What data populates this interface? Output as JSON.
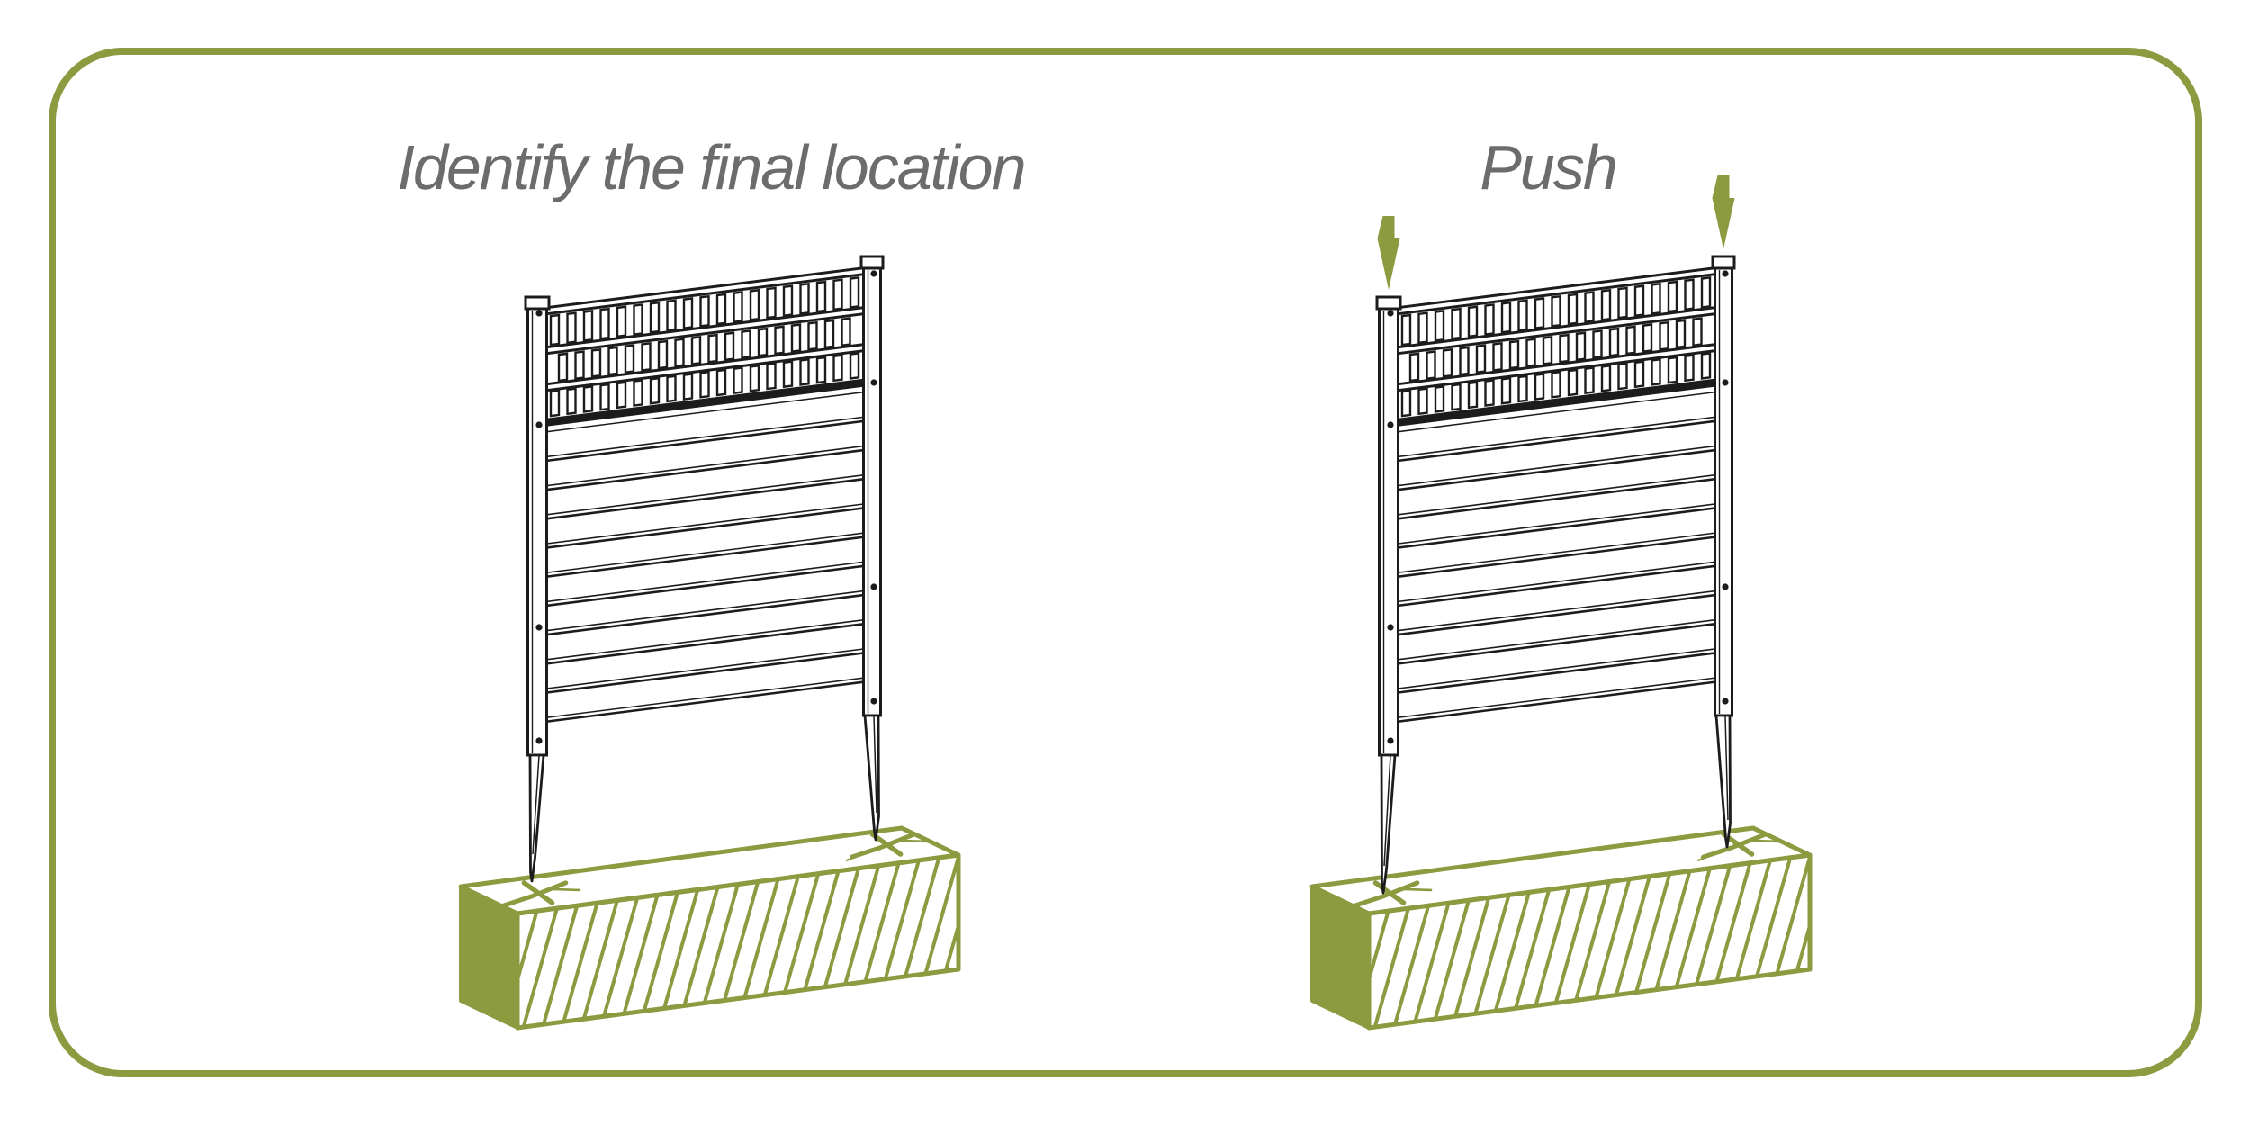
{
  "panels": [
    {
      "title": "Identify the final location",
      "illustration": "trellis-fence-panel-with-stakes-above-marked-ground-base",
      "marks": [
        "x-mark",
        "x-mark"
      ],
      "arrows": []
    },
    {
      "title": "Push",
      "illustration": "trellis-fence-panel-stakes-pushed-into-marked-ground-base",
      "marks": [
        "x-mark",
        "x-mark"
      ],
      "arrows": [
        "down-arrow",
        "down-arrow"
      ]
    }
  ],
  "colors": {
    "accent_olive": "#8C9A40",
    "line": "#1C1C1C",
    "title_text": "#6B6C6E",
    "background": "#FFFFFF"
  },
  "frame": {
    "shape": "rounded-rectangle"
  }
}
